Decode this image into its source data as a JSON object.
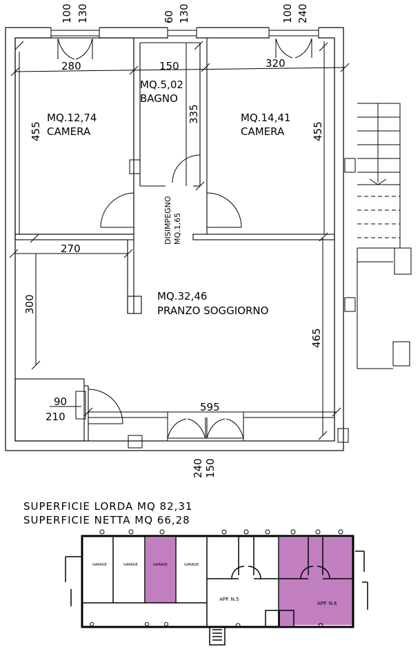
{
  "plan": {
    "rooms": [
      {
        "id": "camera-left",
        "area": "MQ.12,74",
        "name": "CAMERA"
      },
      {
        "id": "bagno",
        "area": "MQ.5,02",
        "name": "BAGNO"
      },
      {
        "id": "camera-right",
        "area": "MQ.14,41",
        "name": "CAMERA"
      },
      {
        "id": "disimpegno",
        "area": "MQ.1,65",
        "name": "DISIMPEGNO"
      },
      {
        "id": "pranzo",
        "area": "MQ.32,46",
        "name": "PRANZO SOGGIORNO"
      }
    ],
    "dimensions": {
      "top_left_window": [
        "100",
        "130"
      ],
      "top_mid_window": [
        "60",
        "130"
      ],
      "top_right_window": [
        "100",
        "240"
      ],
      "camera_left_width": "280",
      "bagno_width": "150",
      "camera_right_width": "320",
      "camera_left_height": "455",
      "bagno_height": "335",
      "camera_right_height": "455",
      "pranzo_upper_width": "270",
      "pranzo_left_height": "300",
      "pranzo_right_height": "465",
      "entry_door": [
        "90",
        "210"
      ],
      "pranzo_width": "595",
      "bottom_window": [
        "150",
        "240"
      ]
    }
  },
  "summary": {
    "lorda": "SUPERFICIE LORDA MQ 82,31",
    "netta": "SUPERFICIE NETTA MQ 66,28"
  },
  "key_plan": {
    "garages": [
      "GARAGE",
      "GARAGE",
      "GARAGE",
      "GARAGE"
    ],
    "apartments": [
      "APP. N.5",
      "APP. N.6"
    ],
    "highlight_color": "#c17fc1"
  }
}
